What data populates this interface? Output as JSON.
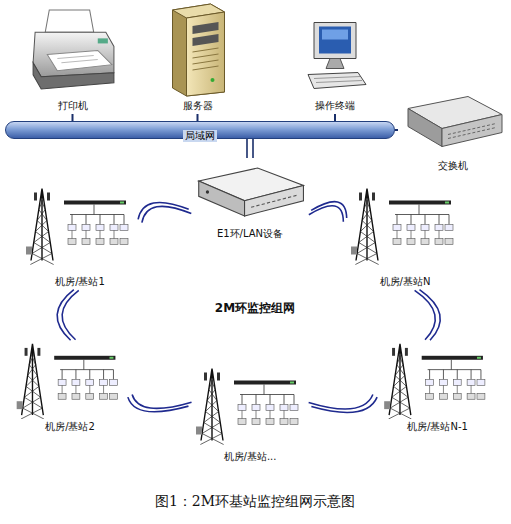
{
  "diagram": {
    "caption": "图1：2M环基站监控组网示意图",
    "nodes": [
      {
        "text": [
          "打印机"
        ]
      },
      {
        "text": [
          "服务器"
        ]
      },
      {
        "text": [
          "操作终端"
        ]
      },
      {
        "text": [
          "局域网"
        ]
      },
      {
        "text": [
          "交换机"
        ]
      },
      {
        "text": [
          "E1环/LAN设备"
        ]
      },
      {
        "text": [
          "机房/基站1"
        ]
      },
      {
        "text": [
          "机房/基站N"
        ]
      },
      {
        "text": [
          "机房/基站2"
        ]
      },
      {
        "text": [
          "机房/基站..."
        ]
      },
      {
        "text": [
          "机房/基站N-1"
        ]
      }
    ],
    "edges": [
      {
        "from": 0,
        "to": 3,
        "arrow": "none"
      },
      {
        "from": 1,
        "to": 3,
        "arrow": "none"
      },
      {
        "from": 2,
        "to": 3,
        "arrow": "none"
      },
      {
        "from": 4,
        "to": 3,
        "arrow": "none"
      },
      {
        "from": 5,
        "to": 3,
        "arrow": "none"
      },
      {
        "from": 5,
        "to": 6,
        "arrow": "none"
      },
      {
        "from": 6,
        "to": 8,
        "arrow": "none"
      },
      {
        "from": 8,
        "to": 9,
        "arrow": "none"
      },
      {
        "from": 9,
        "to": 10,
        "arrow": "none"
      },
      {
        "from": 10,
        "to": 7,
        "arrow": "none"
      },
      {
        "from": 7,
        "to": 5,
        "arrow": "none"
      }
    ],
    "labels": [
      "2M环监控组网"
    ]
  }
}
